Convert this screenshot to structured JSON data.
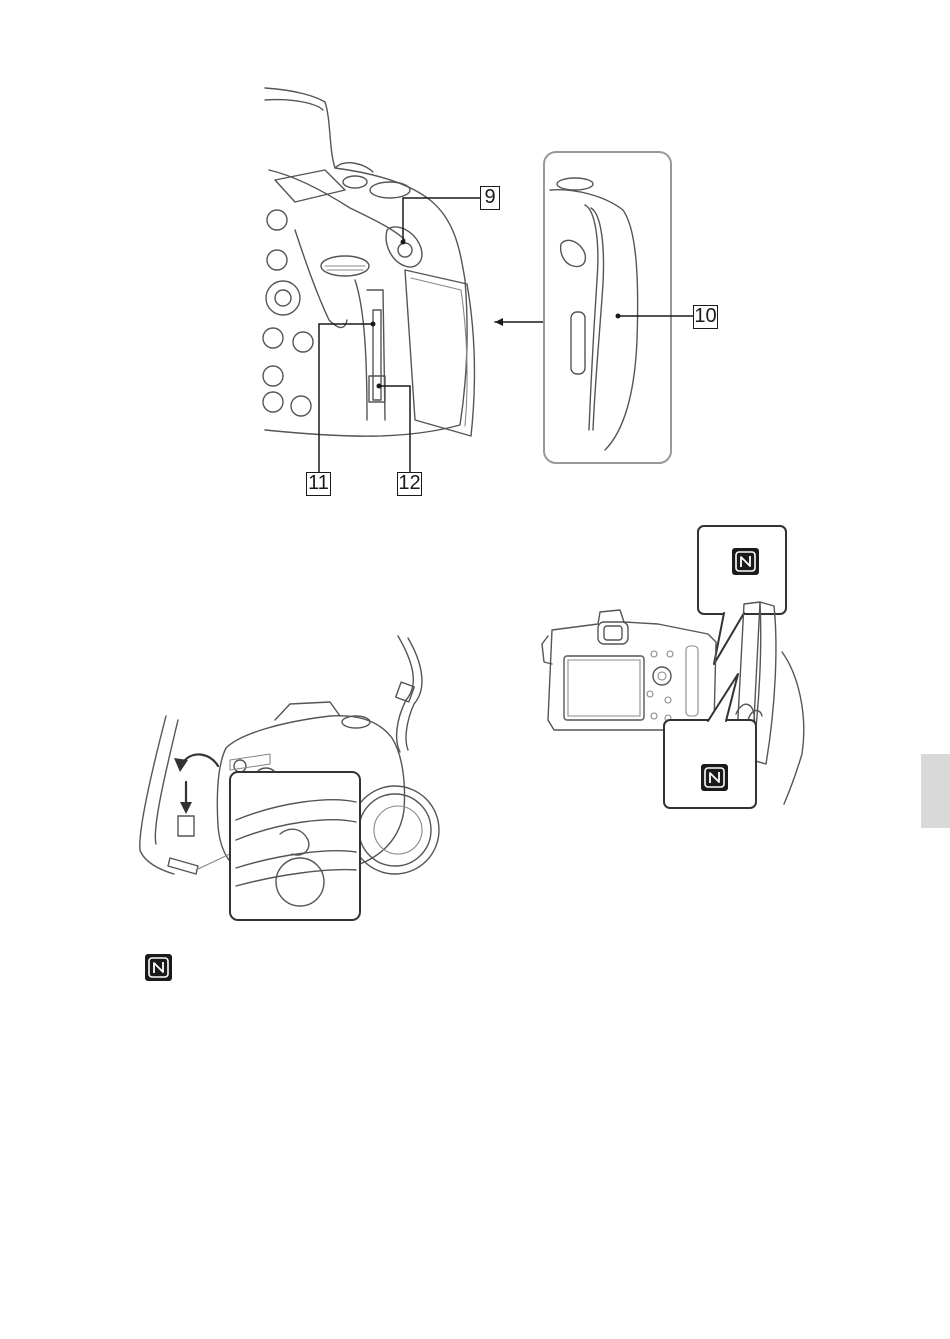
{
  "callouts": {
    "c9": "9",
    "c10": "10",
    "c11": "11",
    "c12": "12"
  },
  "icons": {
    "nfc_mark": "nfc-n-mark-icon"
  },
  "colors": {
    "line_art": "#555555",
    "side_tab": "#d9d9d9"
  }
}
